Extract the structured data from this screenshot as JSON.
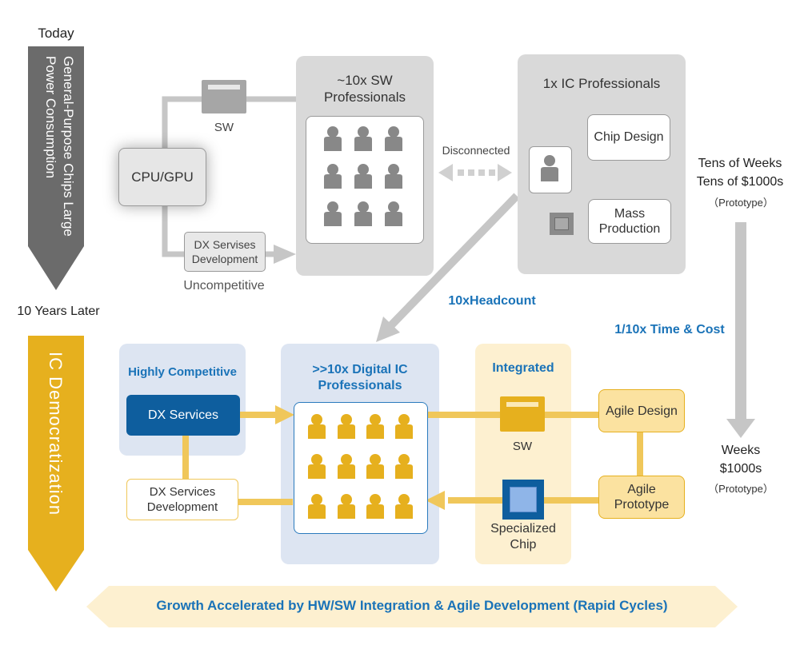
{
  "timeline": {
    "top_label": "Today",
    "mid_label": "10 Years Later",
    "top_arrow_text": "General-Purpose Chips Large Power  Consumption",
    "bottom_arrow_text": "IC Democratization"
  },
  "today": {
    "cpu_gpu": "CPU/GPU",
    "sw_label": "SW",
    "dx_dev": "DX Servises Development",
    "uncompetitive": "Uncompetitive",
    "sw_pros_title": "~10x SW Professionals",
    "disconnected": "Disconnected",
    "ic_pros_title": "1x IC Professionals",
    "chip_design": "Chip Design",
    "mass_production": "Mass Production"
  },
  "right_column": {
    "top_line1": "Tens of Weeks",
    "top_line2": "Tens of $1000s",
    "top_note": "（Prototype）",
    "time_cost": "1/10x Time & Cost",
    "bottom_line1": "Weeks",
    "bottom_line2": "$1000s",
    "bottom_note": "（Prototype）"
  },
  "headcount": "10xHeadcount",
  "future": {
    "highly_competitive": "Highly Competitive",
    "dx_services": "DX Services",
    "dx_services_dev": "DX Services Development",
    "digital_ic_title": ">>10x Digital IC Professionals",
    "integrated": "Integrated",
    "sw_label": "SW",
    "specialized_chip": "Specialized Chip",
    "agile_design": "Agile Design",
    "agile_prototype": "Agile Prototype"
  },
  "banner": "Growth Accelerated by HW/SW Integration & Agile Development (Rapid Cycles)",
  "colors": {
    "gray_arrow": "#6b6b6b",
    "gold": "#e6b01e",
    "blue_text": "#1a73b8",
    "dark_blue": "#0e5e9e",
    "light_blue_panel": "#dde5f2",
    "cream_panel": "#fdf0d0"
  }
}
